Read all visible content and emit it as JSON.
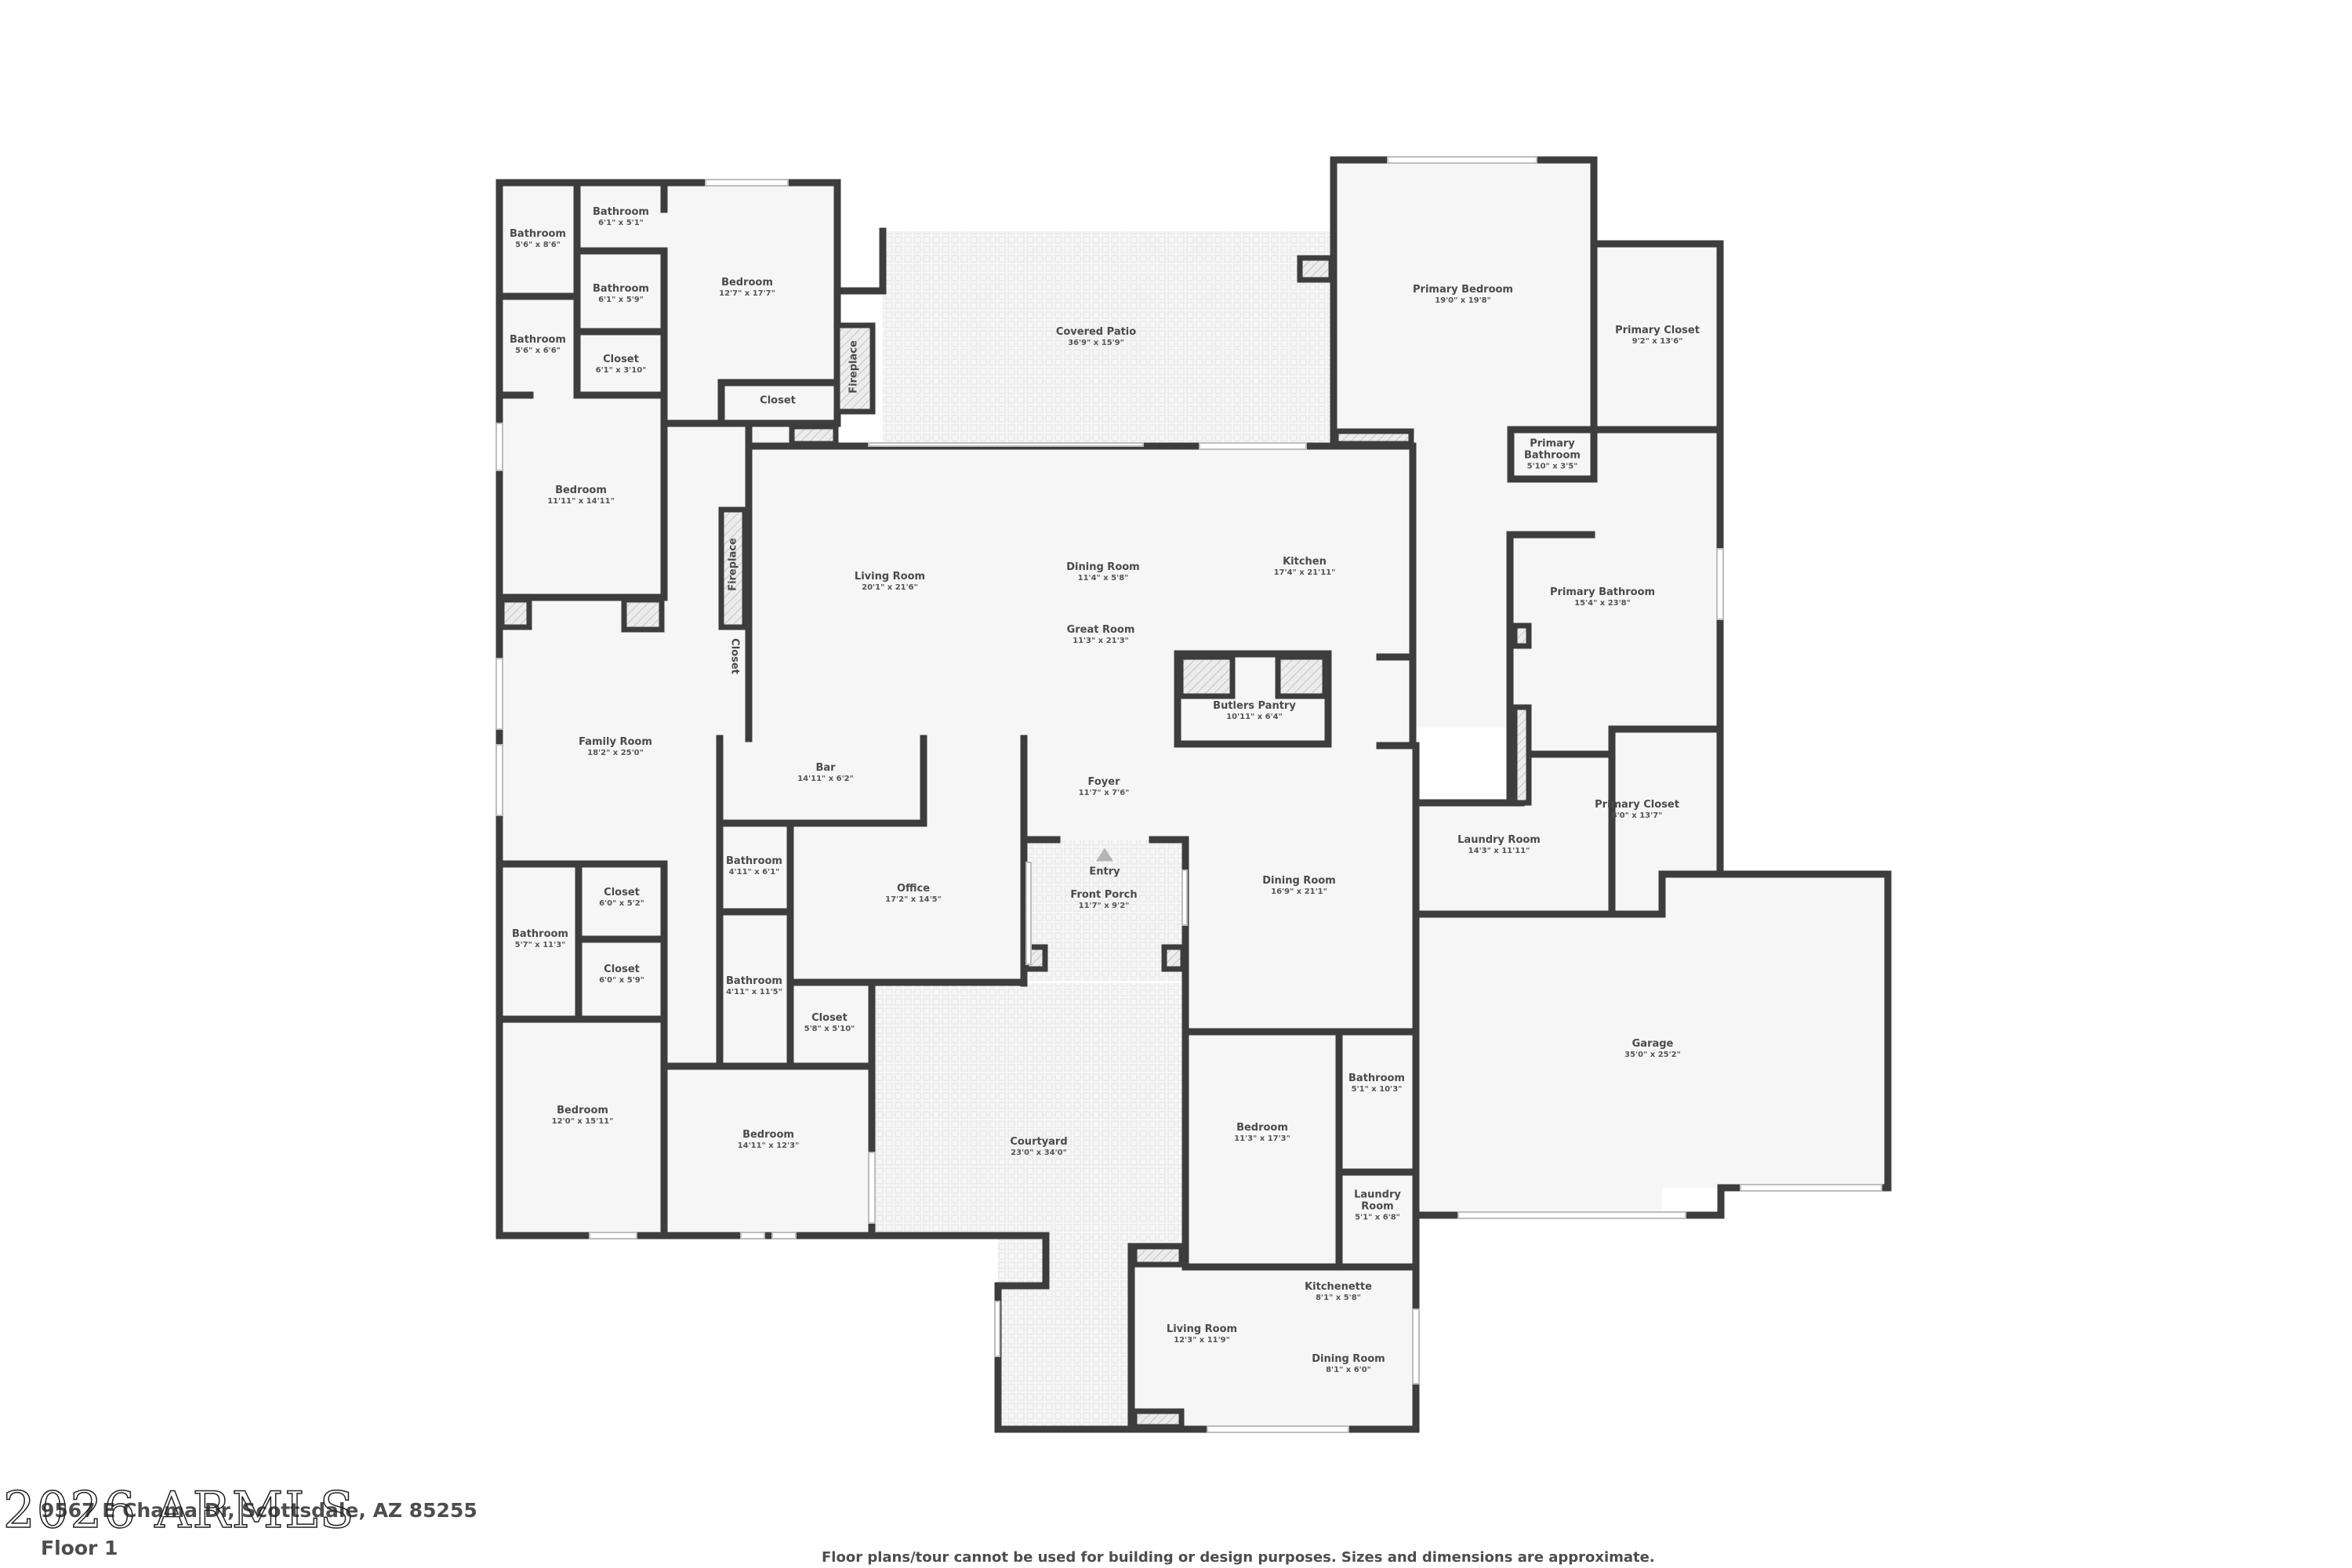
{
  "floor_plan": {
    "address": "9567 E Chama Dr, Scottsdale, AZ 85255",
    "floor": "Floor 1",
    "watermark": "2026 ARMLS",
    "disclaimer": "Floor plans/tour cannot be used for building or design purposes. Sizes and dimensions are approximate.",
    "entry_label": "Entry",
    "colors": {
      "wall": "#3d3d3d",
      "room": "#f6f6f6",
      "text": "#4a4a4a",
      "background": "#ffffff"
    },
    "rooms": [
      {
        "name": "Bathroom",
        "dim": "5'6\" x 8'6\""
      },
      {
        "name": "Bathroom",
        "dim": "6'1\" x 5'1\""
      },
      {
        "name": "Bathroom",
        "dim": "6'1\" x 5'9\""
      },
      {
        "name": "Bathroom",
        "dim": "5'6\" x 6'6\""
      },
      {
        "name": "Closet",
        "dim": "6'1\" x 3'10\""
      },
      {
        "name": "Bedroom",
        "dim": "12'7\" x 17'7\""
      },
      {
        "name": "Closet",
        "dim": ""
      },
      {
        "name": "Fireplace",
        "dim": ""
      },
      {
        "name": "Covered Patio",
        "dim": "36'9\" x 15'9\""
      },
      {
        "name": "Primary Bedroom",
        "dim": "19'0\" x 19'8\""
      },
      {
        "name": "Primary Closet",
        "dim": "9'2\" x 13'6\""
      },
      {
        "name": "Primary Bathroom",
        "dim": "5'10\" x 3'5\""
      },
      {
        "name": "Bedroom",
        "dim": "11'11\" x 14'11\""
      },
      {
        "name": "Fireplace",
        "dim": ""
      },
      {
        "name": "Closet",
        "dim": ""
      },
      {
        "name": "Living Room",
        "dim": "20'1\" x 21'6\""
      },
      {
        "name": "Dining Room",
        "dim": "11'4\" x 5'8\""
      },
      {
        "name": "Kitchen",
        "dim": "17'4\" x 21'11\""
      },
      {
        "name": "Great Room",
        "dim": "11'3\" x 21'3\""
      },
      {
        "name": "Primary Bathroom",
        "dim": "15'4\" x 23'8\""
      },
      {
        "name": "Butlers Pantry",
        "dim": "10'11\" x 6'4\""
      },
      {
        "name": "Family Room",
        "dim": "18'2\" x 25'0\""
      },
      {
        "name": "Bar",
        "dim": "14'11\" x 6'2\""
      },
      {
        "name": "Foyer",
        "dim": "11'7\" x 7'6\""
      },
      {
        "name": "Primary Closet",
        "dim": "8'0\" x 13'7\""
      },
      {
        "name": "Laundry Room",
        "dim": "14'3\" x 11'11\""
      },
      {
        "name": "Bathroom",
        "dim": "4'11\" x 6'1\""
      },
      {
        "name": "Office",
        "dim": "17'2\" x 14'5\""
      },
      {
        "name": "Front Porch",
        "dim": "11'7\" x 9'2\""
      },
      {
        "name": "Dining Room",
        "dim": "16'9\" x 21'1\""
      },
      {
        "name": "Closet",
        "dim": "6'0\" x 5'2\""
      },
      {
        "name": "Bathroom",
        "dim": "5'7\" x 11'3\""
      },
      {
        "name": "Closet",
        "dim": "6'0\" x 5'9\""
      },
      {
        "name": "Bathroom",
        "dim": "4'11\" x 11'5\""
      },
      {
        "name": "Closet",
        "dim": "5'8\" x 5'10\""
      },
      {
        "name": "Garage",
        "dim": "35'0\" x 25'2\""
      },
      {
        "name": "Bathroom",
        "dim": "5'1\" x 10'3\""
      },
      {
        "name": "Bedroom",
        "dim": "12'0\" x 15'11\""
      },
      {
        "name": "Bedroom",
        "dim": "14'11\" x 12'3\""
      },
      {
        "name": "Courtyard",
        "dim": "23'0\" x 34'0\""
      },
      {
        "name": "Bedroom",
        "dim": "11'3\" x 17'3\""
      },
      {
        "name": "Laundry Room",
        "dim": "5'1\" x 6'8\""
      },
      {
        "name": "Kitchenette",
        "dim": "8'1\" x 5'8\""
      },
      {
        "name": "Living Room",
        "dim": "12'3\" x 11'9\""
      },
      {
        "name": "Dining Room",
        "dim": "8'1\" x 6'0\""
      }
    ]
  }
}
